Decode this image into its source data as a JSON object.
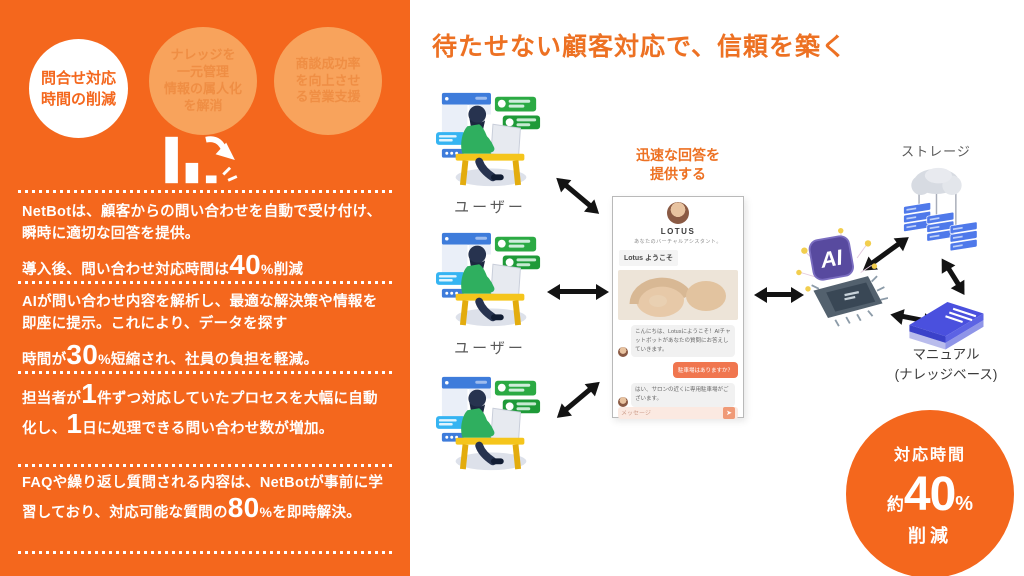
{
  "colors": {
    "accent_orange": "#F4671D",
    "light_circle": "#F8A35C",
    "title_orange": "#ED7123",
    "chat_accent": "#F0764F",
    "arrow_black": "#131313"
  },
  "left_panel": {
    "circles": [
      "問合せ対応\n時間の削減",
      "ナレッジを\n一元管理\n情報の属人化\nを解消",
      "商談成功率\nを向上させ\nる営業支援"
    ],
    "paragraphs": [
      [
        "NetBotは、顧客からの問い合わせを自動で受け付け、瞬時に適切な回答を提供。",
        "導入後、問い合わせ対応時間は",
        "40",
        "%",
        "削減"
      ],
      [
        "AIが問い合わせ内容を解析し、最適な解決策や情報を即座に提示。これにより、データを探す",
        "時間が",
        "30",
        "%",
        "短縮され、社員の負担を軽減。"
      ],
      [
        "担当者が",
        "1",
        "件ずつ対応していたプロセスを大幅に自動化し、",
        "1",
        "日に処理できる問い合わせ数が増加。"
      ],
      [
        "FAQや繰り返し質問される内容は、NetBotが事前に学習しており、対応可能な質問の",
        "80",
        "%",
        "を即時解決。"
      ]
    ]
  },
  "diagram": {
    "title": "待たせない顧客対応で、信頼を築く",
    "user_labels": [
      "ユーザー",
      "ユーザー"
    ],
    "flow_label": "迅速な回答を\n提供する",
    "chat": {
      "name": "LOTUS",
      "subtitle": "あなたのバーチャルアシスタント。",
      "welcome": "Lotus ようこそ",
      "messages": [
        {
          "from": "bot",
          "text": "こんにちは、Lotusにようこそ！AIチャットボットがあなたの質問にお答えしていきます。"
        },
        {
          "from": "user",
          "text": "駐車場はありますか？"
        },
        {
          "from": "bot",
          "text": "はい、サロンの近くに専用駐車場がございます。"
        }
      ],
      "input_placeholder": "メッセージ",
      "send_icon": "➤"
    },
    "ai_label": "AI",
    "storage_label": "ストレージ",
    "manual_label": "マニュアル\n(ナレッジベース)",
    "badge": {
      "top": "対応時間",
      "approx": "約",
      "value": "40",
      "unit": "%",
      "bottom": "削減"
    }
  }
}
